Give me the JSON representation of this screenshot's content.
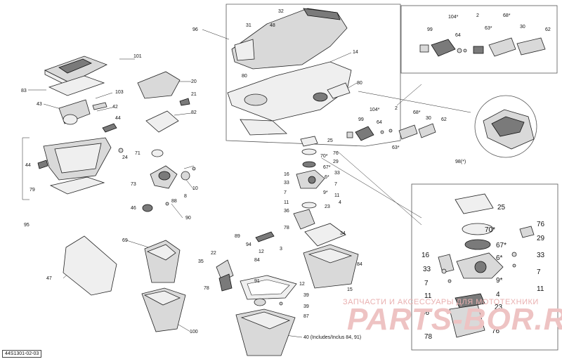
{
  "diagram": {
    "code": "44S1301-02-03",
    "labels": {
      "p1": "101",
      "p2": "83",
      "p3": "103",
      "p4": "43",
      "p5": "42",
      "p6": "44",
      "p7": "44",
      "p8": "24",
      "p9": "79",
      "p10": "95",
      "p11": "20",
      "p12": "21",
      "p13": "82",
      "p14": "71",
      "p15": "73",
      "p16": "10",
      "p17": "8",
      "p18": "88",
      "p19": "46",
      "p20": "90",
      "p21": "47",
      "p22": "69",
      "p23": "100",
      "p24": "96",
      "p25": "32",
      "p26": "31",
      "p27": "48",
      "p28": "14",
      "p29": "80",
      "p30": "80",
      "p31": "25",
      "p32": "70*",
      "p33": "67*",
      "p34": "16",
      "p35": "6*",
      "p36": "33",
      "p37": "7",
      "p38": "11",
      "p39": "9*",
      "p40": "23",
      "p41": "36",
      "p42": "76",
      "p43": "29",
      "p44": "33",
      "p45": "7",
      "p46": "11",
      "p47": "4",
      "p48": "78",
      "p49": "34",
      "p50": "84",
      "p51": "89",
      "p52": "94",
      "p53": "22",
      "p54": "35",
      "p55": "78",
      "p56": "12",
      "p57": "3",
      "p58": "84",
      "p59": "12",
      "p60": "91",
      "p61": "15",
      "p62": "39",
      "p63": "39",
      "p64": "87",
      "p65": "40 (Includes/Inclus 84, 91)",
      "p66": "99",
      "p67": "104*",
      "p68": "64",
      "p69": "2",
      "p70": "68*",
      "p71": "30",
      "p72": "62",
      "p73": "63*",
      "p74": "99",
      "p75": "104*",
      "p76": "2",
      "p77": "64",
      "p78": "63*",
      "p79": "68*",
      "p80": "30",
      "p81": "62",
      "p82": "98(*)",
      "z1": "25",
      "z2": "70*",
      "z3": "76",
      "z4": "29",
      "z5": "67*",
      "z6": "33",
      "z7": "16",
      "z8": "6*",
      "z9": "7",
      "z10": "33",
      "z11": "9*",
      "z12": "7",
      "z13": "11",
      "z14": "4",
      "z15": "11",
      "z16": "36",
      "z17": "23",
      "z18": "78",
      "z19": "76"
    }
  },
  "watermark": {
    "top": "ЗАПЧАСТИ И АКСЕССУАРЫ ДЛЯ МОТОТЕХНИКИ",
    "logo": "PARTS-BOR.RU"
  }
}
